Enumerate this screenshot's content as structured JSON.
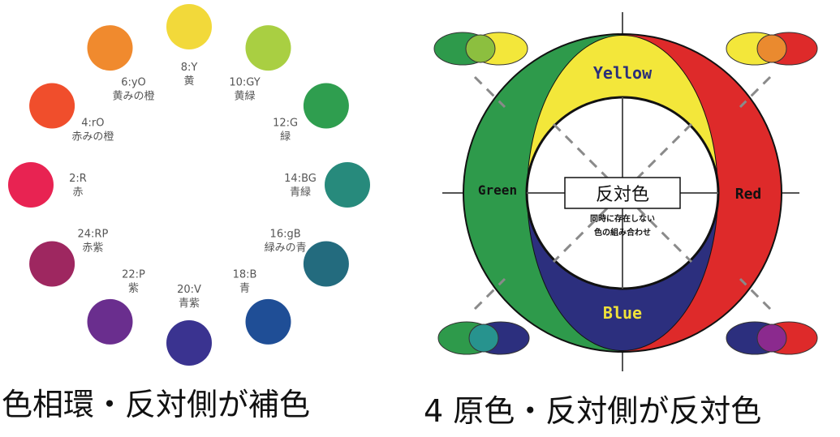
{
  "left_panel": {
    "caption": "色相環・反対側が補色",
    "hues": [
      {
        "code": "8:Y",
        "name": "黄",
        "color": "#f2d93a"
      },
      {
        "code": "10:GY",
        "name": "黄緑",
        "color": "#a9cf42"
      },
      {
        "code": "12:G",
        "name": "緑",
        "color": "#2f9e4f"
      },
      {
        "code": "14:BG",
        "name": "青緑",
        "color": "#278a7c"
      },
      {
        "code": "16:gB",
        "name": "緑みの青",
        "color": "#236b7e"
      },
      {
        "code": "18:B",
        "name": "青",
        "color": "#1f4e96"
      },
      {
        "code": "20:V",
        "name": "青紫",
        "color": "#3a3390"
      },
      {
        "code": "22:P",
        "name": "紫",
        "color": "#6a2e8e"
      },
      {
        "code": "24:RP",
        "name": "赤紫",
        "color": "#9e2760"
      },
      {
        "code": "2:R",
        "name": "赤",
        "color": "#e82352"
      },
      {
        "code": "4:rO",
        "name": "赤みの橙",
        "color": "#f04e2c"
      },
      {
        "code": "6:yO",
        "name": "黄みの橙",
        "color": "#f08a2e"
      }
    ]
  },
  "right_panel": {
    "caption": "4 原色・反対側が反対色",
    "labels": {
      "yellow": "Yellow",
      "blue": "Blue",
      "green": "Green",
      "red": "Red"
    },
    "center_title": "反対色",
    "center_sub1": "同時に存在しない",
    "center_sub2": "色の組み合わせ",
    "colors": {
      "yellow": "#f3e73a",
      "blue": "#2c2f7e",
      "green": "#2e9a4b",
      "red": "#de2a2a",
      "yellow_green_mix": "#8cbf3f",
      "yellow_red_mix": "#ea8a2f",
      "green_blue_mix": "#27938e",
      "blue_red_mix": "#8b2a8e"
    }
  }
}
